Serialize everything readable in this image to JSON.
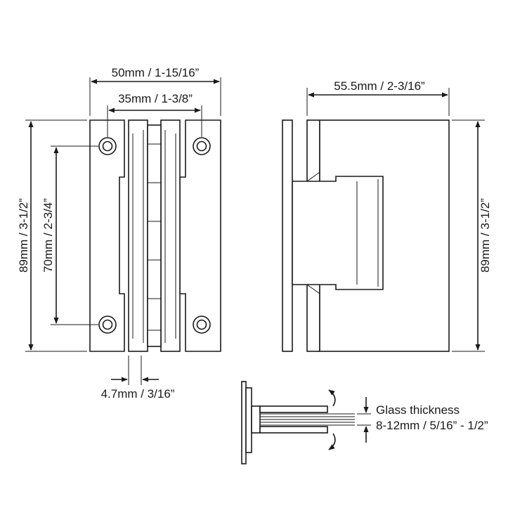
{
  "front_view": {
    "width_outer": "50mm / 1-15/16”",
    "width_holes": "35mm / 1-3/8”",
    "height_total": "89mm / 3-1/2”",
    "height_holes": "70mm / 2-3/4”",
    "gap": "4.7mm / 3/16”"
  },
  "side_view": {
    "depth": "55.5mm / 2-3/16”",
    "height_total": "89mm / 3-1/2”"
  },
  "glass_detail": {
    "label": "Glass thickness",
    "range": "8-12mm / 5/16” - 1/2”"
  },
  "colors": {
    "stroke": "#1a1a1a",
    "background": "#ffffff"
  }
}
